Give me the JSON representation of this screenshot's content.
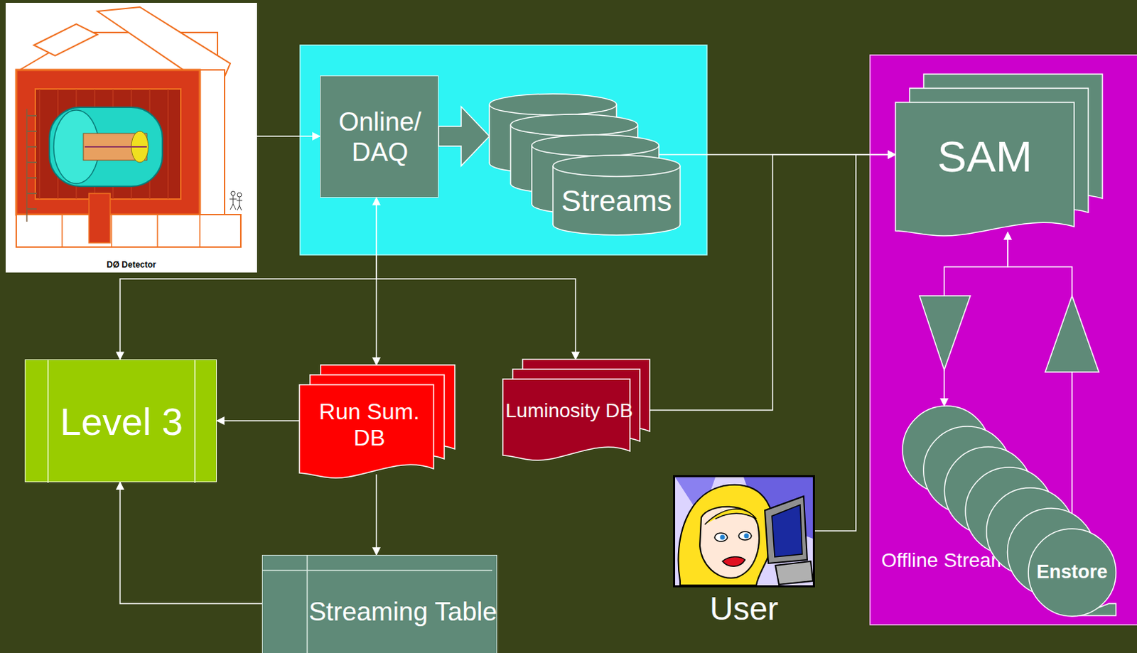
{
  "diagram": {
    "nodes": [
      {
        "text": [
          "DØ Detector"
        ]
      },
      {
        "text": [
          "Online/ DAQ"
        ]
      },
      {
        "text": [
          "Streams"
        ]
      },
      {
        "text": [
          "Offline Streaming"
        ]
      },
      {
        "text": [
          "SAM"
        ],
        "in": 3
      },
      {
        "text": [
          "Enstore"
        ],
        "in": 3
      },
      {
        "text": [
          "Level 3"
        ]
      },
      {
        "text": [
          "Run Sum. DB"
        ]
      },
      {
        "text": [
          "Luminosity DB"
        ]
      },
      {
        "text": [
          "User"
        ]
      },
      {
        "text": [
          "Streaming Table"
        ]
      }
    ],
    "edges": [
      {
        "from": 0,
        "to": 1,
        "arrow": "to"
      },
      {
        "from": 1,
        "to": 2,
        "arrow": "to"
      },
      {
        "from": 2,
        "to": 4,
        "arrow": "to"
      },
      {
        "from": 8,
        "to": 4,
        "arrow": "to"
      },
      {
        "from": 9,
        "to": 4,
        "arrow": "to"
      },
      {
        "from": 1,
        "to": 7,
        "arrow": "both"
      },
      {
        "from": 1,
        "to": 6,
        "arrow": "to"
      },
      {
        "from": 1,
        "to": 8,
        "arrow": "to"
      },
      {
        "from": 7,
        "to": 6,
        "arrow": "to"
      },
      {
        "from": 7,
        "to": 10,
        "arrow": "to"
      },
      {
        "from": 10,
        "to": 6,
        "arrow": "to"
      },
      {
        "from": 4,
        "to": 5,
        "arrow": "to"
      },
      {
        "from": 5,
        "to": 4,
        "arrow": "to"
      }
    ]
  }
}
